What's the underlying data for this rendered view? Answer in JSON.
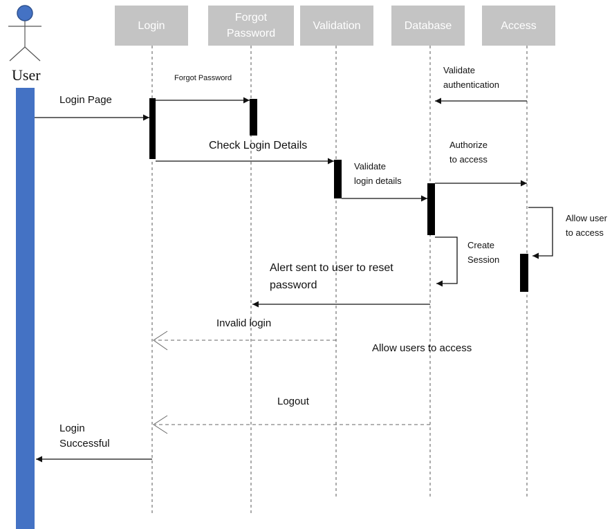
{
  "actor": {
    "name": "User",
    "bar_color": "#4472c4"
  },
  "participants": [
    {
      "id": "login",
      "label": "Login"
    },
    {
      "id": "forgot",
      "label": "Forgot\nPassword"
    },
    {
      "id": "validation",
      "label": "Validation"
    },
    {
      "id": "database",
      "label": "Database"
    },
    {
      "id": "access",
      "label": "Access"
    }
  ],
  "messages": {
    "forgot_password": "Forgot Password",
    "login_page": "Login Page",
    "check_login_details": "Check Login Details",
    "validate_login_details": "Validate\nlogin details",
    "validate_authentication": "Validate\nauthentication",
    "authorize_to_access": "Authorize\nto access",
    "allow_user_to_access": "Allow user\nto access",
    "create_session": "Create\nSession",
    "alert_reset_password": "Alert sent to user to reset\npassword",
    "invalid_login": "Invalid login",
    "allow_users_to_access": "Allow users to access",
    "logout": "Logout",
    "login_successful": "Login\nSuccessful"
  }
}
